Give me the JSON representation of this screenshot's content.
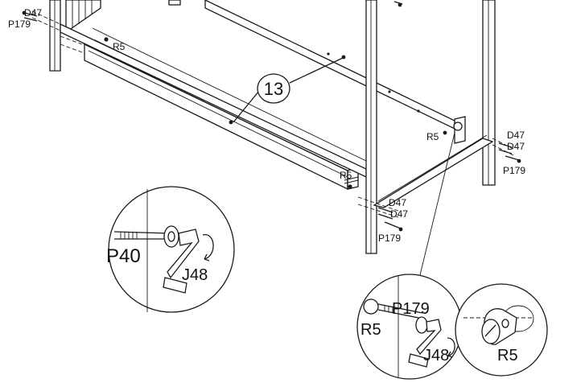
{
  "step_number": "13",
  "labels": {
    "p179_top_left": "P179",
    "d47_top_left": "D47",
    "r5_top_left": "R5",
    "r5_rail_end": "R5",
    "r5_right_end": "R5",
    "d47_right_1": "D47",
    "d47_right_2": "D47",
    "p179_right": "P179",
    "d47_center_1": "D47",
    "d47_center_2": "D47",
    "p179_center": "P179",
    "p40_detail": "P40",
    "j48_detail_left": "J48",
    "p179_detail_right": "P179",
    "r5_detail_right": "R5",
    "j48_detail_right": "J48",
    "r5_detail_far_right": "R5"
  }
}
